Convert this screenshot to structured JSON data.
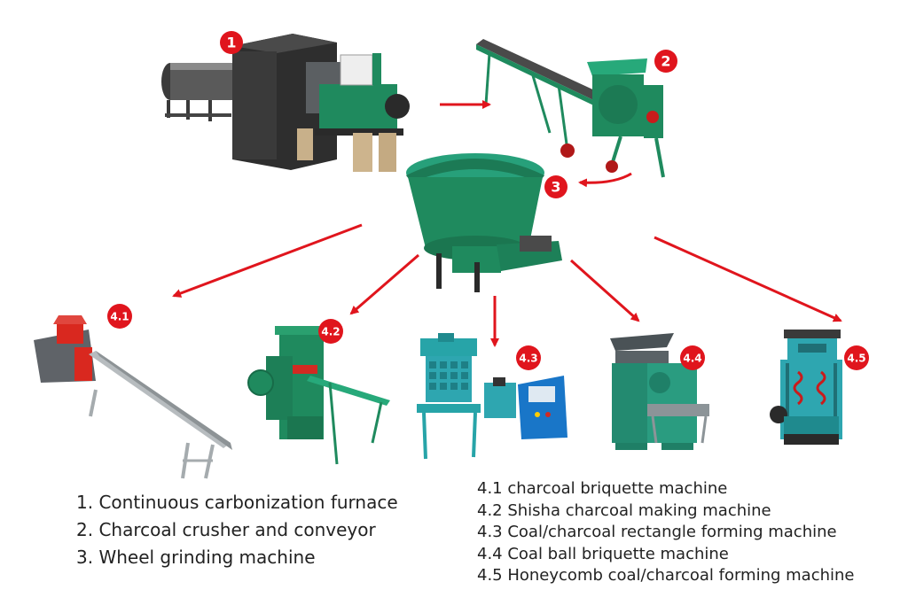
{
  "badges": {
    "b1": "1",
    "b2": "2",
    "b3": "3",
    "b41": "4.1",
    "b42": "4.2",
    "b43": "4.3",
    "b44": "4.4",
    "b45": "4.5"
  },
  "legend_left": [
    "1. Continuous carbonization furnace",
    "2. Charcoal crusher and conveyor",
    "3. Wheel grinding machine"
  ],
  "legend_right": [
    "4.1 charcoal briquette machine",
    "4.2 Shisha charcoal making machine",
    "4.3 Coal/charcoal rectangle forming machine",
    "4.4 Coal ball briquette machine",
    "4.5 Honeycomb coal/charcoal forming machine"
  ],
  "colors": {
    "badge": "#e0151d",
    "arrow": "#e0151d",
    "machine_green": "#1f8a5e",
    "machine_teal": "#27a4a8",
    "furnace_black": "#2e2e2e",
    "frame_gray": "#9aa0a3"
  }
}
